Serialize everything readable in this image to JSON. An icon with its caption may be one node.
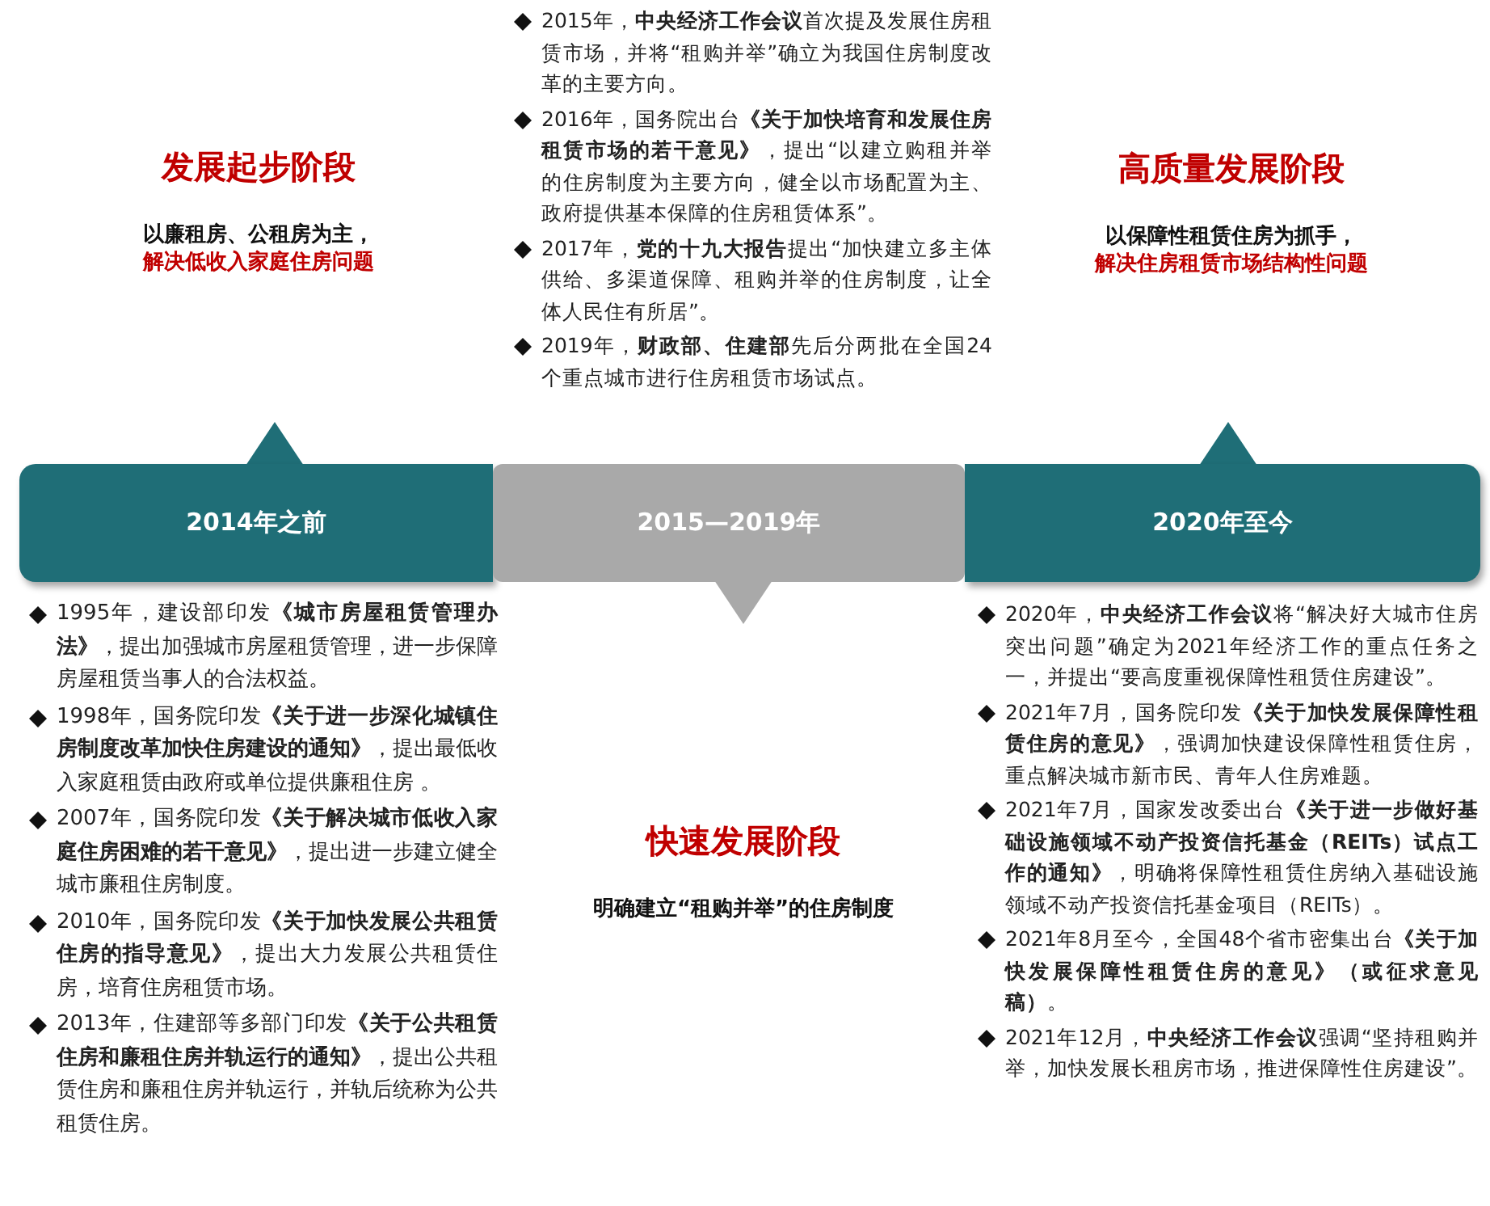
{
  "diagram": {
    "nodes": [
      {
        "text": [
          "2014年之前"
        ],
        "beside": [
          "发展起步阶段",
          "以廉租房、公租房为主，",
          "解决低收入家庭住房问题"
        ]
      },
      {
        "text": [
          "2015—2019年"
        ],
        "beside": [
          "快速发展阶段",
          "明确建立**“租购并举”**的住房制度"
        ]
      },
      {
        "text": [
          "2020年至今"
        ],
        "beside": [
          "高质量发展阶段",
          "以保障性租赁住房为抓手，",
          "解决住房租赁市场结构性问题"
        ]
      }
    ],
    "labels": [
      "2015年，**中央经济工作会议**首次提及发展住房租赁市场，并将“租购并举”确立为我国住房制度改革的主要方向。",
      "2016年，国务院出台**《关于加快培育和发展住房租赁市场的若干意见》**，提出“以建立购租并举的住房制度为主要方向，健全以市场配置为主、政府提供基本保障的住房租赁体系”。",
      "2017年，**党的十九大报告**提出“加快建立多主体供给、多渠道保障、租购并举的住房制度，让全体人民住有所居”。",
      "2019年，**财政部、住建部**先后分两批在全国24个重点城市进行住房租赁市场试点。",
      "1995年，建设部印发**《城市房屋租赁管理办法》**，提出加强城市房屋租赁管理，进一步保障房屋租赁当事人的合法权益。",
      "1998年，国务院印发**《关于进一步深化城镇住房制度改革加快住房建设的通知》**，提出最低收入家庭租赁由政府或单位提供廉租住房 。",
      "2007年，国务院印发**《关于解决城市低收入家庭住房困难的若干意见》**，提出进一步建立健全城市廉租住房制度。",
      "2010年，国务院印发**《关于加快发展公共租赁住房的指导意见》**，提出大力发展公共租赁住房，培育住房租赁市场。",
      "2013年，住建部等多部门印发**《关于公共租赁住房和廉租住房并轨运行的通知》**，提出公共租赁住房和廉租住房并轨运行，并轨后统称为公共租赁住房。",
      "2020年，**中央经济工作会议**将“解决好大城市住房突出问题”确定为2021年经济工作的重点任务之一，并提出“要高度重视保障性租赁住房建设”。",
      "2021年7月，国务院印发**《关于加快发展保障性租赁住房的意见》**，强调加快建设保障性租赁住房，重点解决城市新市民、青年人住房难题。",
      "2021年7月，国家发改委出台**《关于进一步做好基础设施领域不动产投资信托基金（REITs）试点工作的通知》**，明确将保障性租赁住房纳入基础设施领域不动产投资信托基金项目（REITs）。",
      "2021年8月至今，全国48个省市密集出台**《关于加快发展保障性租赁住房的意见》（或征求意见稿）**。",
      "2021年12月，**中央经济工作会议**强调“坚持租购并举，加快发展长租房市场，推进保障性住房建设”。"
    ]
  }
}
